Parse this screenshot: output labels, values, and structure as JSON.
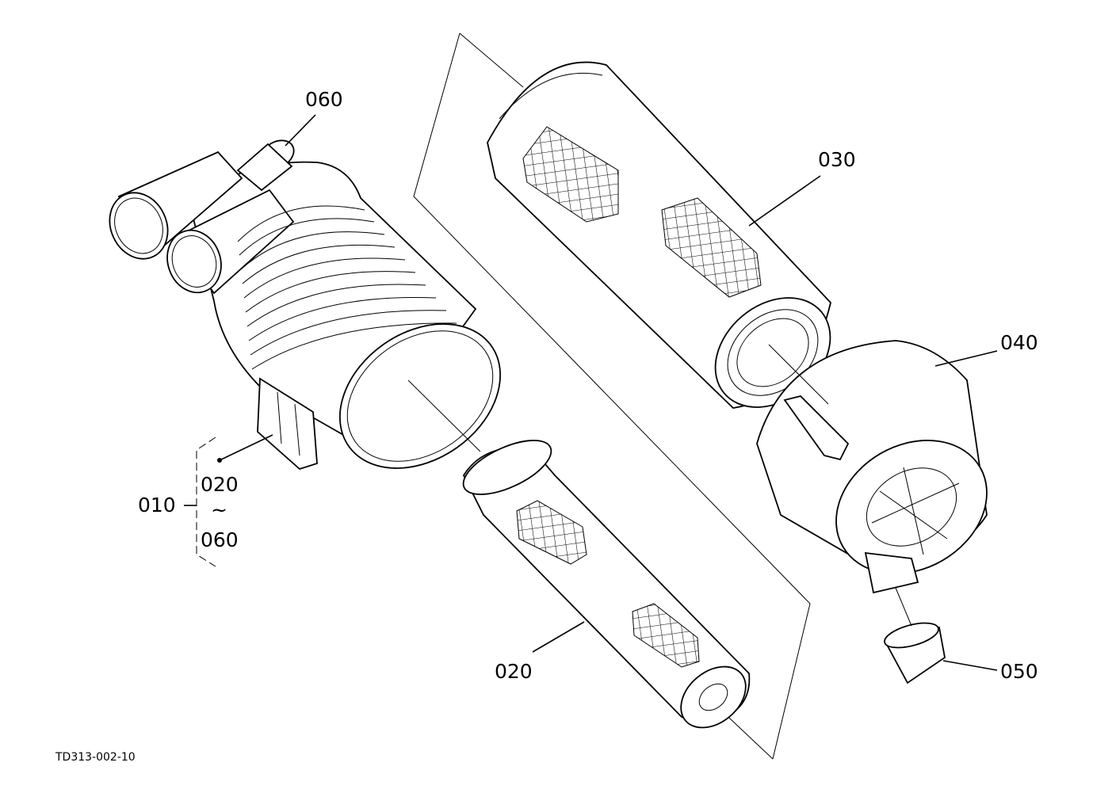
{
  "labels": {
    "p010": "010",
    "p020_range": "020",
    "tilde": "~",
    "p060_range": "060",
    "p060": "060",
    "p030": "030",
    "p040": "040",
    "p050": "050",
    "p020": "020"
  },
  "drawing_number": "TD313-002-10"
}
